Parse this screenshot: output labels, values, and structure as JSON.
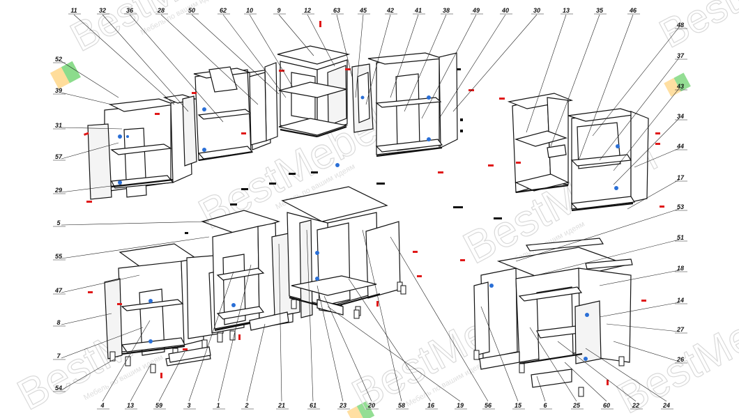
{
  "watermark": {
    "brand": "BestMebel",
    "slogan": "Мебель по вашим идеям"
  },
  "callouts": {
    "top": [
      "11",
      "32",
      "36",
      "28",
      "50",
      "62",
      "10",
      "9",
      "12",
      "63",
      "45",
      "42",
      "41",
      "38",
      "49",
      "40",
      "30",
      "13",
      "35",
      "46"
    ],
    "right": [
      "48",
      "37",
      "43",
      "34",
      "44",
      "17",
      "53",
      "51",
      "18",
      "14",
      "27",
      "26"
    ],
    "left": [
      "52",
      "39",
      "31",
      "57",
      "29",
      "5",
      "55",
      "47",
      "8",
      "7",
      "54"
    ],
    "bottom": [
      "4",
      "13",
      "59",
      "3",
      "1",
      "2",
      "21",
      "61",
      "23",
      "20",
      "58",
      "16",
      "19",
      "56",
      "15",
      "6",
      "25",
      "60",
      "22",
      "24"
    ]
  },
  "colors": {
    "line": "#111111",
    "dowel": "#e01818",
    "fitting": "#111111",
    "hinge": "#2a6fd6",
    "accent_orange": "#ffb347",
    "accent_green": "#3cc23c",
    "watermark": "#d9d9d9"
  }
}
